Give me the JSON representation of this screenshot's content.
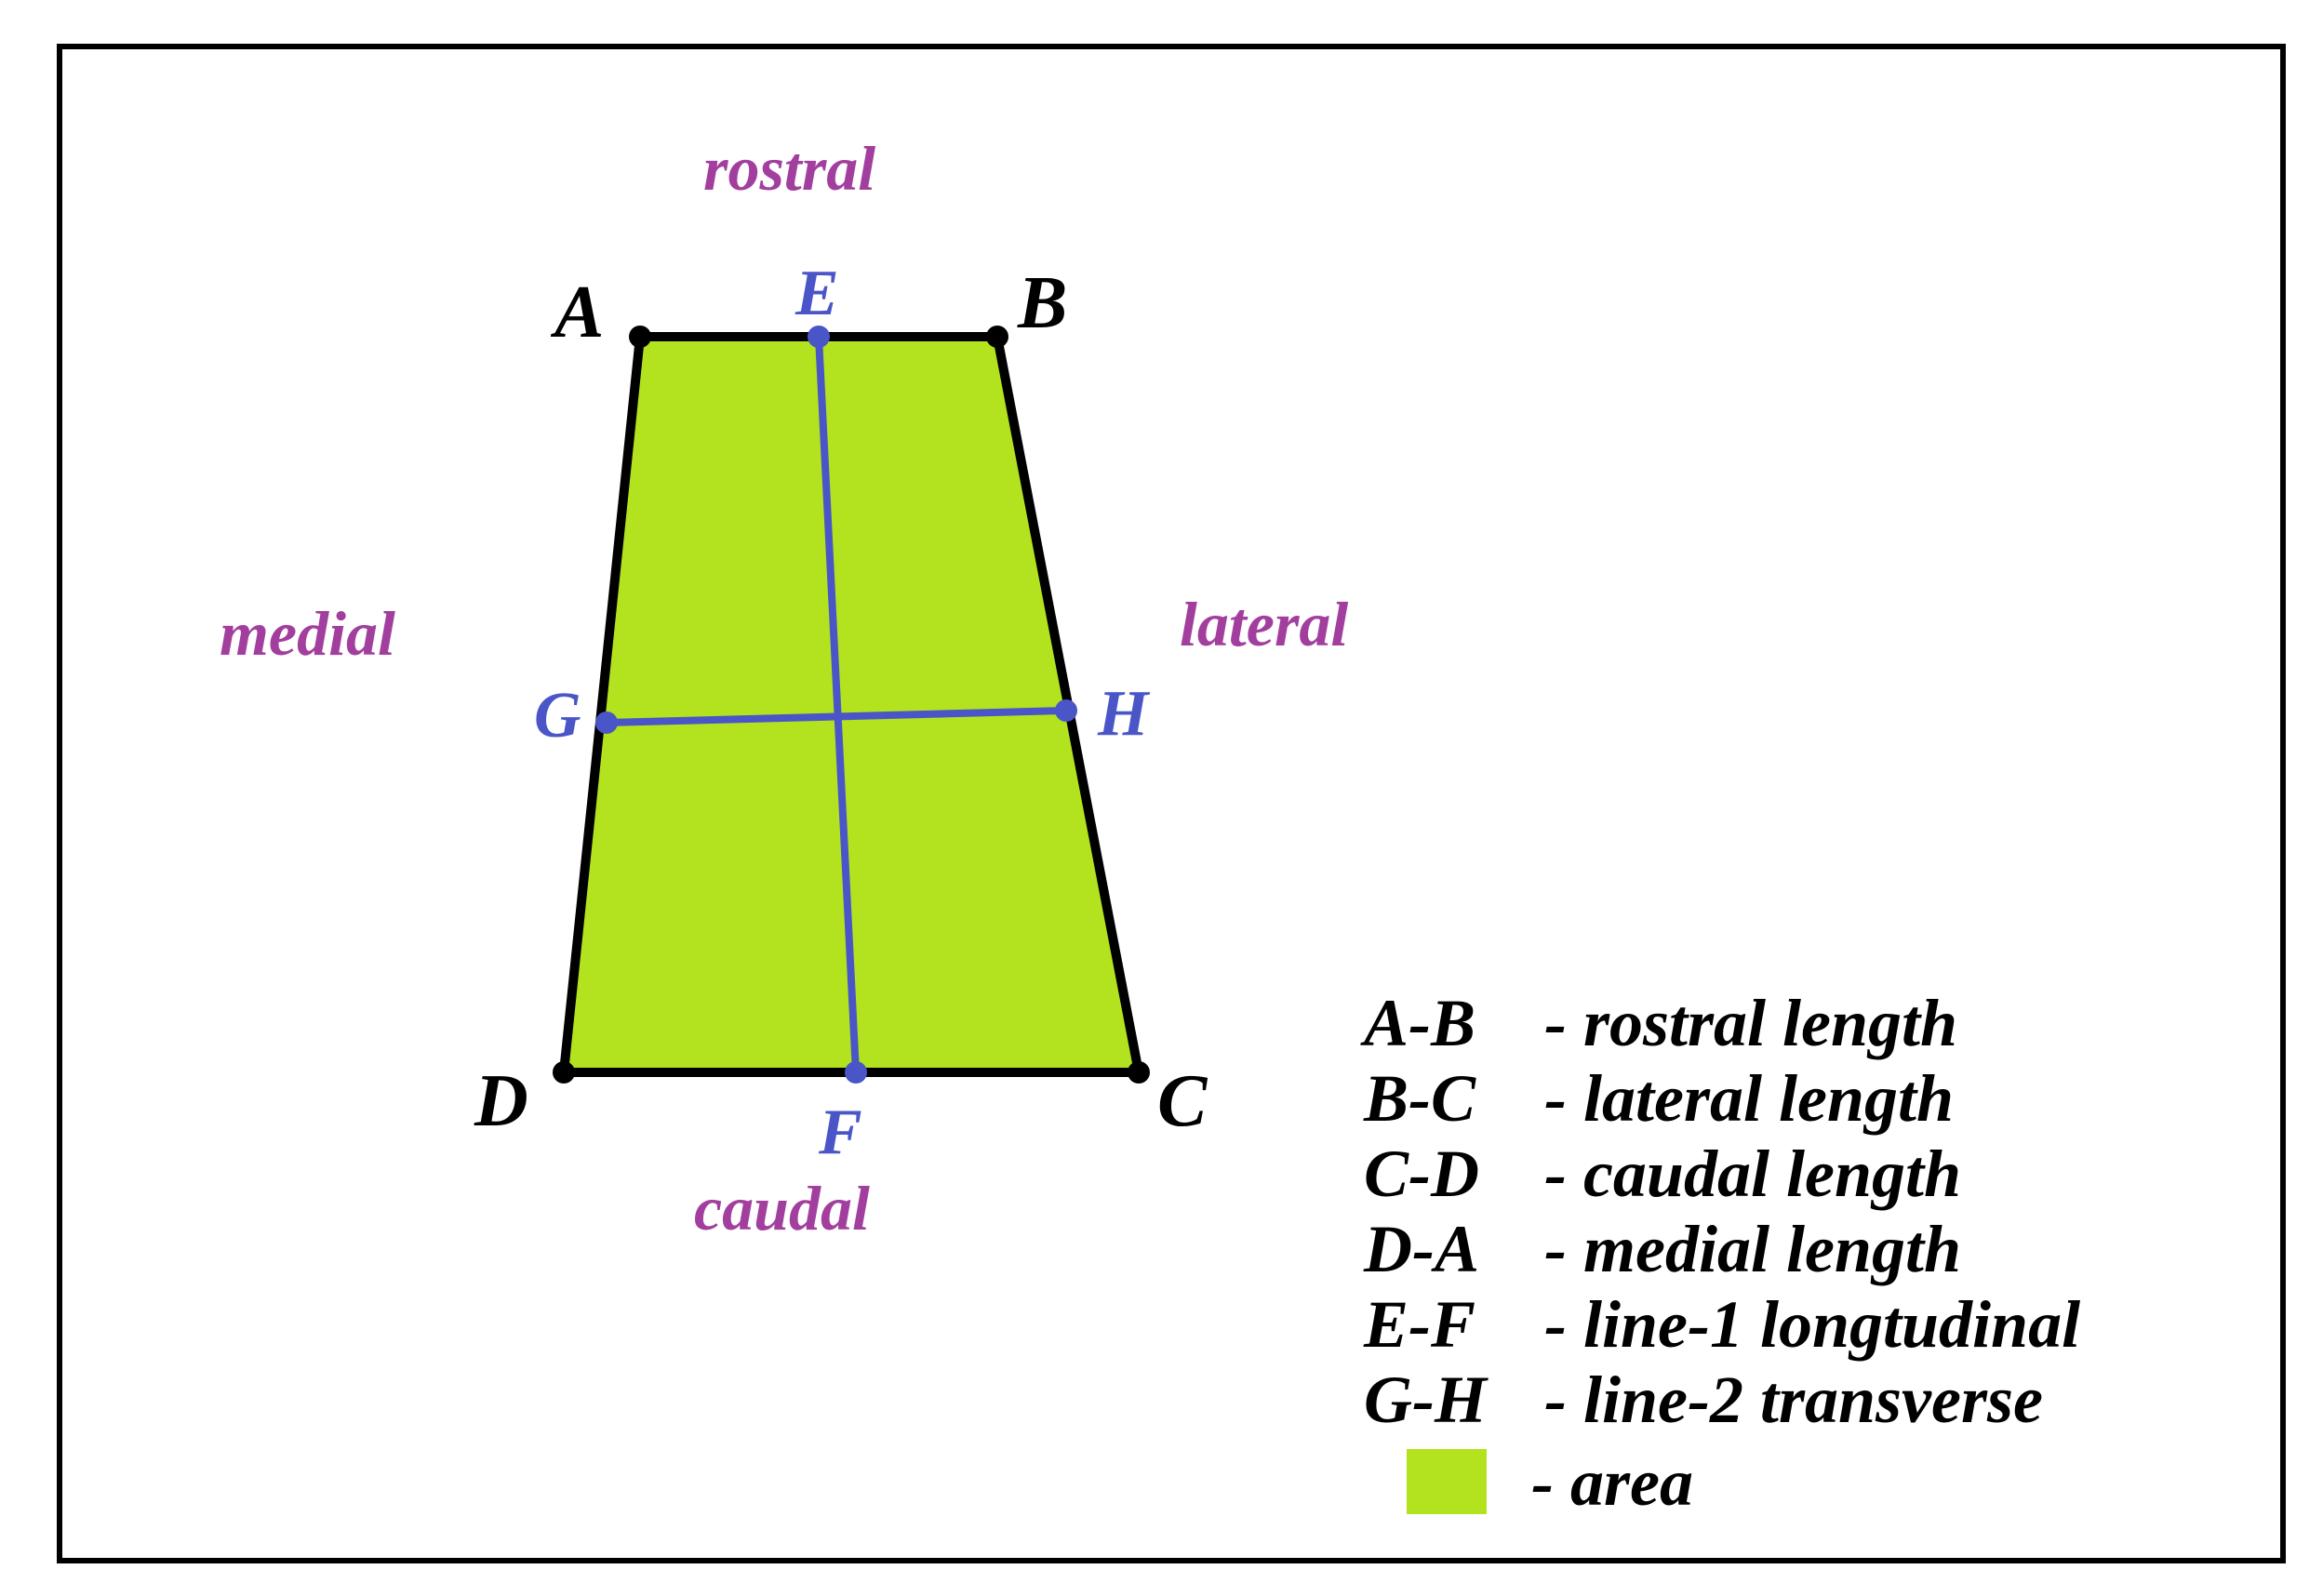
{
  "colors": {
    "area": "#b3e31f",
    "outline": "#000000",
    "measure_line": "#4a55c8",
    "direction_label": "#a23f9e",
    "frame": "#000000"
  },
  "directions": {
    "rostral": "rostral",
    "caudal": "caudal",
    "medial": "medial",
    "lateral": "lateral"
  },
  "vertices": {
    "A": "A",
    "B": "B",
    "C": "C",
    "D": "D"
  },
  "points": {
    "E": "E",
    "F": "F",
    "G": "G",
    "H": "H"
  },
  "legend": {
    "items": [
      {
        "key": "A-B",
        "desc": "- rostral length"
      },
      {
        "key": "B-C",
        "desc": "- lateral length"
      },
      {
        "key": "C-D",
        "desc": "- caudal length"
      },
      {
        "key": "D-A",
        "desc": "- medial length"
      },
      {
        "key": "E-F",
        "desc": "- line-1 longtudinal"
      },
      {
        "key": "G-H",
        "desc": "- line-2 transverse"
      }
    ],
    "area_label": "- area"
  }
}
